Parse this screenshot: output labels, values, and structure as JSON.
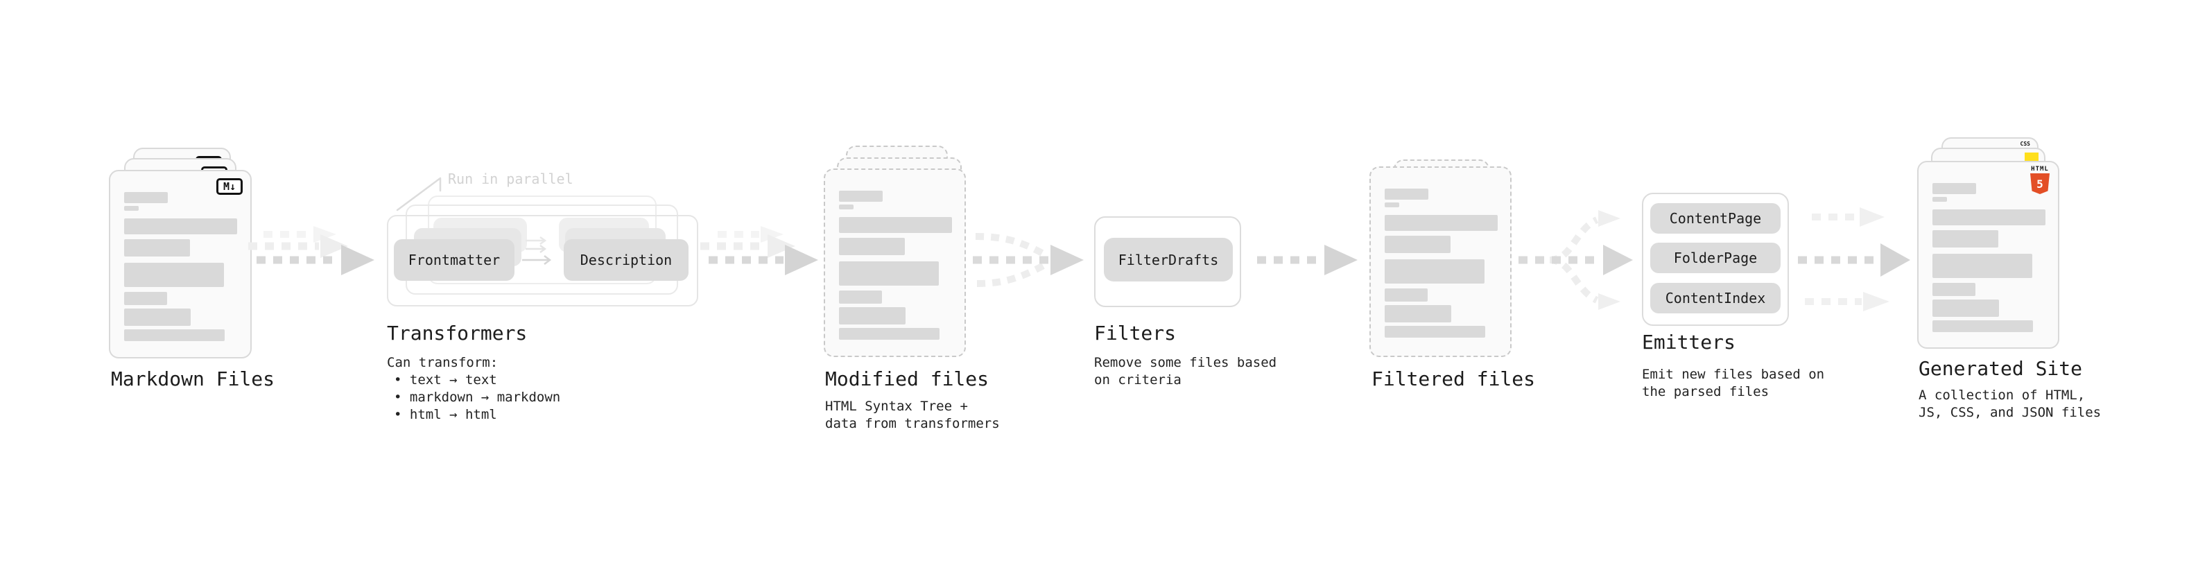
{
  "stages": {
    "markdown": {
      "label": "Markdown Files",
      "badge": "M↓"
    },
    "transformers": {
      "label": "Transformers",
      "callout": "Run in parallel",
      "pill_frontmatter": "Frontmatter",
      "pill_description": "Description",
      "desc": "Can transform:",
      "bullets": [
        "• text → text",
        "• markdown → markdown",
        "• html → html"
      ]
    },
    "modified": {
      "label": "Modified files",
      "desc_line1": "HTML Syntax Tree +",
      "desc_line2": "data from transformers"
    },
    "filters": {
      "label": "Filters",
      "pill": "FilterDrafts",
      "desc_line1": "Remove some files based",
      "desc_line2": "on criteria"
    },
    "filtered": {
      "label": "Filtered files"
    },
    "emitters": {
      "label": "Emitters",
      "pills": [
        "ContentPage",
        "FolderPage",
        "ContentIndex"
      ],
      "desc_line1": "Emit new files based on",
      "desc_line2": "the parsed files"
    },
    "generated": {
      "label": "Generated Site",
      "desc_line1": "A collection of HTML,",
      "desc_line2": "JS, CSS, and JSON files",
      "badge_css": "CSS",
      "badge_html_word": "HTML",
      "badge_html_number": "5"
    }
  },
  "colors": {
    "html5_orange": "#e34f26",
    "js_yellow": "#ffdf1c",
    "css_blue": "#3b6fe0",
    "bar_gray": "#d9d9d9",
    "pill_gray": "#dcdcdc",
    "arrow_gray": "#d6d6d6",
    "arrow_light": "#efefef",
    "callout_gray": "#d2d2d2"
  }
}
